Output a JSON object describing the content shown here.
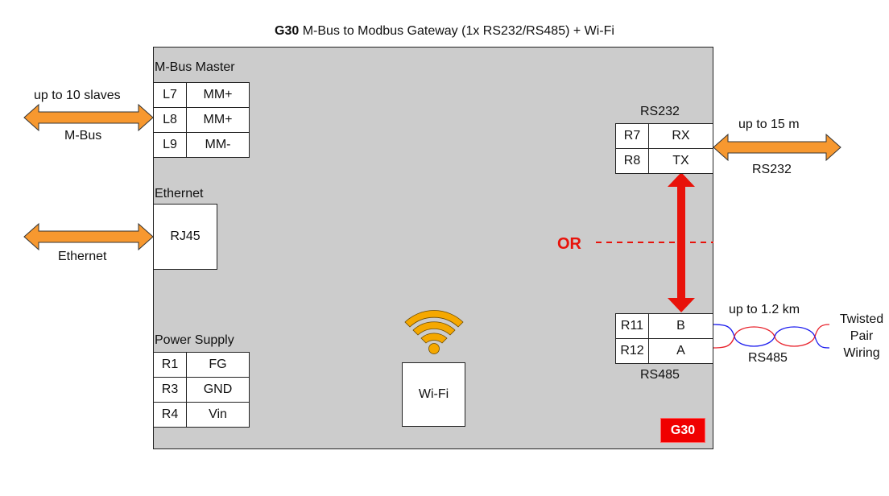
{
  "title": {
    "bold": "G30",
    "rest": " M-Bus to Modbus Gateway (1x RS232/RS485) + Wi-Fi"
  },
  "colors": {
    "device_bg": "#cccccc",
    "arrow_orange": "#f7982f",
    "or_red": "#e8120a",
    "badge_red": "#f00000",
    "wire_red": "#e8202a",
    "wire_blue": "#1a1aee"
  },
  "mbus": {
    "section_label": "M-Bus Master",
    "arrow_top_label": "up to 10 slaves",
    "arrow_bottom_label": "M-Bus",
    "pins": [
      {
        "id": "L7",
        "name": "MM+"
      },
      {
        "id": "L8",
        "name": "MM+"
      },
      {
        "id": "L9",
        "name": "MM-"
      }
    ]
  },
  "ethernet": {
    "section_label": "Ethernet",
    "port_label": "RJ45",
    "arrow_bottom_label": "Ethernet"
  },
  "power": {
    "section_label": "Power Supply",
    "pins": [
      {
        "id": "R1",
        "name": "FG"
      },
      {
        "id": "R3",
        "name": "GND"
      },
      {
        "id": "R4",
        "name": "Vin"
      }
    ]
  },
  "wifi": {
    "label": "Wi-Fi",
    "icon": "wifi-icon"
  },
  "rs232": {
    "section_label": "RS232",
    "arrow_top_label": "up to 15 m",
    "arrow_bottom_label": "RS232",
    "pins": [
      {
        "id": "R7",
        "name": "RX"
      },
      {
        "id": "R8",
        "name": "TX"
      }
    ]
  },
  "or_label": "OR",
  "rs485": {
    "section_label": "RS485",
    "top_label": "up to 1.2 km",
    "bottom_label": "RS485",
    "wiring_label_lines": [
      "Twisted",
      "Pair",
      "Wiring"
    ],
    "pins": [
      {
        "id": "R11",
        "name": "B"
      },
      {
        "id": "R12",
        "name": "A"
      }
    ]
  },
  "badge": "G30"
}
